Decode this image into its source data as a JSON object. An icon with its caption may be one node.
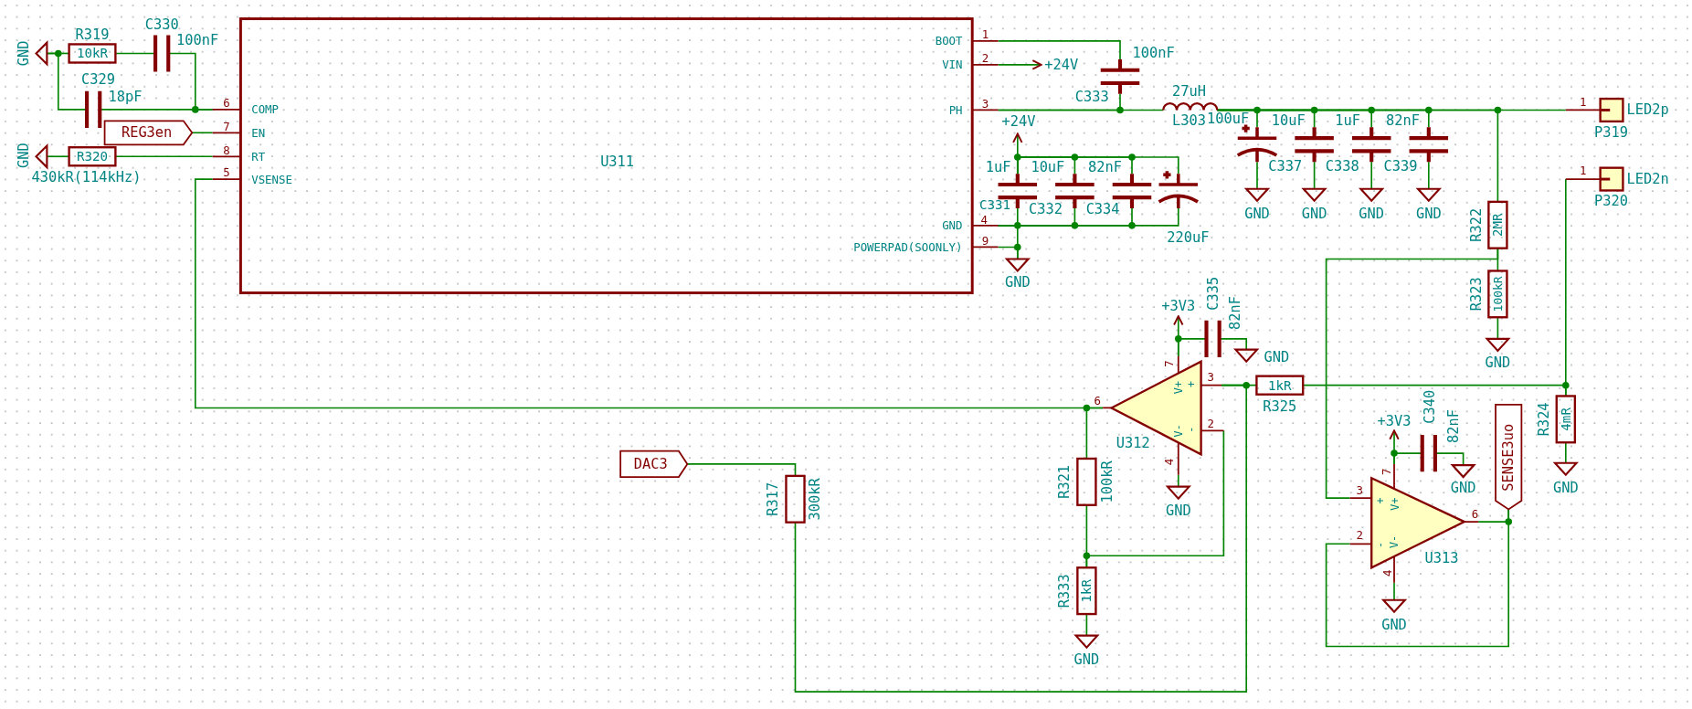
{
  "diagram": {
    "nodes": [
      {
        "text": [
          "U311",
          "BOOT",
          "VIN",
          "PH",
          "GND",
          "POWERPAD(SOONLY)",
          "COMP",
          "EN",
          "RT",
          "VSENSE"
        ],
        "beside": [
          "1",
          "2",
          "3",
          "4",
          "9",
          "6",
          "7",
          "8",
          "5"
        ]
      },
      {
        "text": [
          "GND"
        ]
      },
      {
        "text": [
          "R319",
          "10kR"
        ]
      },
      {
        "text": [
          "C330",
          "100nF"
        ]
      },
      {
        "text": [
          "C329",
          "18pF"
        ]
      },
      {
        "text": [
          "REG3en"
        ]
      },
      {
        "text": [
          "GND"
        ]
      },
      {
        "text": [
          "R320",
          "430kR(114kHz)"
        ]
      },
      {
        "text": [
          "+24V"
        ]
      },
      {
        "text": [
          "100nF",
          "C333"
        ]
      },
      {
        "text": [
          "27uH",
          "L303"
        ]
      },
      {
        "text": [
          "100uF"
        ]
      },
      {
        "text": [
          "10uF",
          "C337"
        ]
      },
      {
        "text": [
          "1uF",
          "C338"
        ]
      },
      {
        "text": [
          "82nF",
          "C339"
        ]
      },
      {
        "text": [
          "GND"
        ]
      },
      {
        "text": [
          "GND"
        ]
      },
      {
        "text": [
          "GND"
        ]
      },
      {
        "text": [
          "GND"
        ]
      },
      {
        "text": [
          "1",
          "LED2p",
          "P319"
        ]
      },
      {
        "text": [
          "+24V"
        ]
      },
      {
        "text": [
          "1uF",
          "C331"
        ]
      },
      {
        "text": [
          "10uF",
          "C332"
        ]
      },
      {
        "text": [
          "82nF",
          "C334"
        ]
      },
      {
        "text": [
          "220uF"
        ]
      },
      {
        "text": [
          "GND"
        ]
      },
      {
        "text": [
          "1",
          "LED2n",
          "P320"
        ]
      },
      {
        "text": [
          "R322",
          "2MR"
        ]
      },
      {
        "text": [
          "R323",
          "100kR"
        ]
      },
      {
        "text": [
          "GND"
        ]
      },
      {
        "text": [
          "+3V3"
        ]
      },
      {
        "text": [
          "C335",
          "82nF"
        ]
      },
      {
        "text": [
          "GND"
        ]
      },
      {
        "text": [
          "U312",
          "V+",
          "+",
          "V-",
          "-"
        ],
        "beside": [
          "7",
          "3",
          "6",
          "2",
          "4"
        ]
      },
      {
        "text": [
          "GND"
        ]
      },
      {
        "text": [
          "1kR",
          "R325"
        ]
      },
      {
        "text": [
          "R324",
          "4mR"
        ]
      },
      {
        "text": [
          "GND"
        ]
      },
      {
        "text": [
          "DAC3"
        ]
      },
      {
        "text": [
          "R317",
          "300kR"
        ]
      },
      {
        "text": [
          "R321",
          "100kR"
        ]
      },
      {
        "text": [
          "R333",
          "1kR"
        ]
      },
      {
        "text": [
          "GND"
        ]
      },
      {
        "text": [
          "+3V3"
        ]
      },
      {
        "text": [
          "C340",
          "82nF"
        ]
      },
      {
        "text": [
          "GND"
        ]
      },
      {
        "text": [
          "SENSE3uo"
        ]
      },
      {
        "text": [
          "U313",
          "+",
          "V+",
          "V-",
          "-"
        ],
        "beside": [
          "3",
          "7",
          "6",
          "2",
          "4"
        ]
      },
      {
        "text": [
          "GND"
        ]
      }
    ],
    "edges": [
      {
        "from": 1,
        "to": 2,
        "arrow": "none"
      },
      {
        "from": 1,
        "to": 4,
        "arrow": "none"
      },
      {
        "from": 2,
        "to": 3,
        "arrow": "none"
      },
      {
        "from": 3,
        "to": 0,
        "arrow": "none"
      },
      {
        "from": 4,
        "to": 0,
        "arrow": "none"
      },
      {
        "from": 5,
        "to": 0,
        "arrow": "none"
      },
      {
        "from": 6,
        "to": 7,
        "arrow": "none"
      },
      {
        "from": 7,
        "to": 0,
        "arrow": "none"
      },
      {
        "from": 0,
        "to": 33,
        "arrow": "none"
      },
      {
        "from": 0,
        "to": 9,
        "arrow": "none"
      },
      {
        "from": 0,
        "to": 8,
        "arrow": "to"
      },
      {
        "from": 0,
        "to": 9,
        "arrow": "none"
      },
      {
        "from": 0,
        "to": 10,
        "arrow": "none"
      },
      {
        "from": 10,
        "to": 11,
        "arrow": "none"
      },
      {
        "from": 10,
        "to": 12,
        "arrow": "none"
      },
      {
        "from": 10,
        "to": 13,
        "arrow": "none"
      },
      {
        "from": 10,
        "to": 14,
        "arrow": "none"
      },
      {
        "from": 10,
        "to": 27,
        "arrow": "none"
      },
      {
        "from": 10,
        "to": 19,
        "arrow": "none"
      },
      {
        "from": 11,
        "to": 15,
        "arrow": "none"
      },
      {
        "from": 12,
        "to": 16,
        "arrow": "none"
      },
      {
        "from": 13,
        "to": 17,
        "arrow": "none"
      },
      {
        "from": 14,
        "to": 18,
        "arrow": "none"
      },
      {
        "from": 21,
        "to": 20,
        "arrow": "to"
      },
      {
        "from": 21,
        "to": 22,
        "arrow": "none"
      },
      {
        "from": 21,
        "to": 23,
        "arrow": "none"
      },
      {
        "from": 21,
        "to": 24,
        "arrow": "none"
      },
      {
        "from": 0,
        "to": 21,
        "arrow": "none"
      },
      {
        "from": 0,
        "to": 22,
        "arrow": "none"
      },
      {
        "from": 0,
        "to": 23,
        "arrow": "none"
      },
      {
        "from": 0,
        "to": 24,
        "arrow": "none"
      },
      {
        "from": 0,
        "to": 25,
        "arrow": "none"
      },
      {
        "from": 0,
        "to": 25,
        "arrow": "none"
      },
      {
        "from": 27,
        "to": 28,
        "arrow": "none"
      },
      {
        "from": 27,
        "to": 47,
        "arrow": "none"
      },
      {
        "from": 28,
        "to": 29,
        "arrow": "none"
      },
      {
        "from": 26,
        "to": 36,
        "arrow": "none"
      },
      {
        "from": 33,
        "to": 30,
        "arrow": "to"
      },
      {
        "from": 33,
        "to": 31,
        "arrow": "none"
      },
      {
        "from": 31,
        "to": 32,
        "arrow": "none"
      },
      {
        "from": 33,
        "to": 34,
        "arrow": "none"
      },
      {
        "from": 33,
        "to": 35,
        "arrow": "none"
      },
      {
        "from": 33,
        "to": 39,
        "arrow": "none"
      },
      {
        "from": 35,
        "to": 36,
        "arrow": "none"
      },
      {
        "from": 36,
        "to": 37,
        "arrow": "none"
      },
      {
        "from": 38,
        "to": 39,
        "arrow": "none"
      },
      {
        "from": 33,
        "to": 40,
        "arrow": "none"
      },
      {
        "from": 40,
        "to": 41,
        "arrow": "none"
      },
      {
        "from": 33,
        "to": 41,
        "arrow": "none"
      },
      {
        "from": 41,
        "to": 42,
        "arrow": "none"
      },
      {
        "from": 47,
        "to": 43,
        "arrow": "to"
      },
      {
        "from": 47,
        "to": 44,
        "arrow": "none"
      },
      {
        "from": 44,
        "to": 45,
        "arrow": "none"
      },
      {
        "from": 47,
        "to": 48,
        "arrow": "none"
      },
      {
        "from": 47,
        "to": 46,
        "arrow": "none"
      },
      {
        "from": 46,
        "to": 47,
        "arrow": "none"
      }
    ]
  }
}
